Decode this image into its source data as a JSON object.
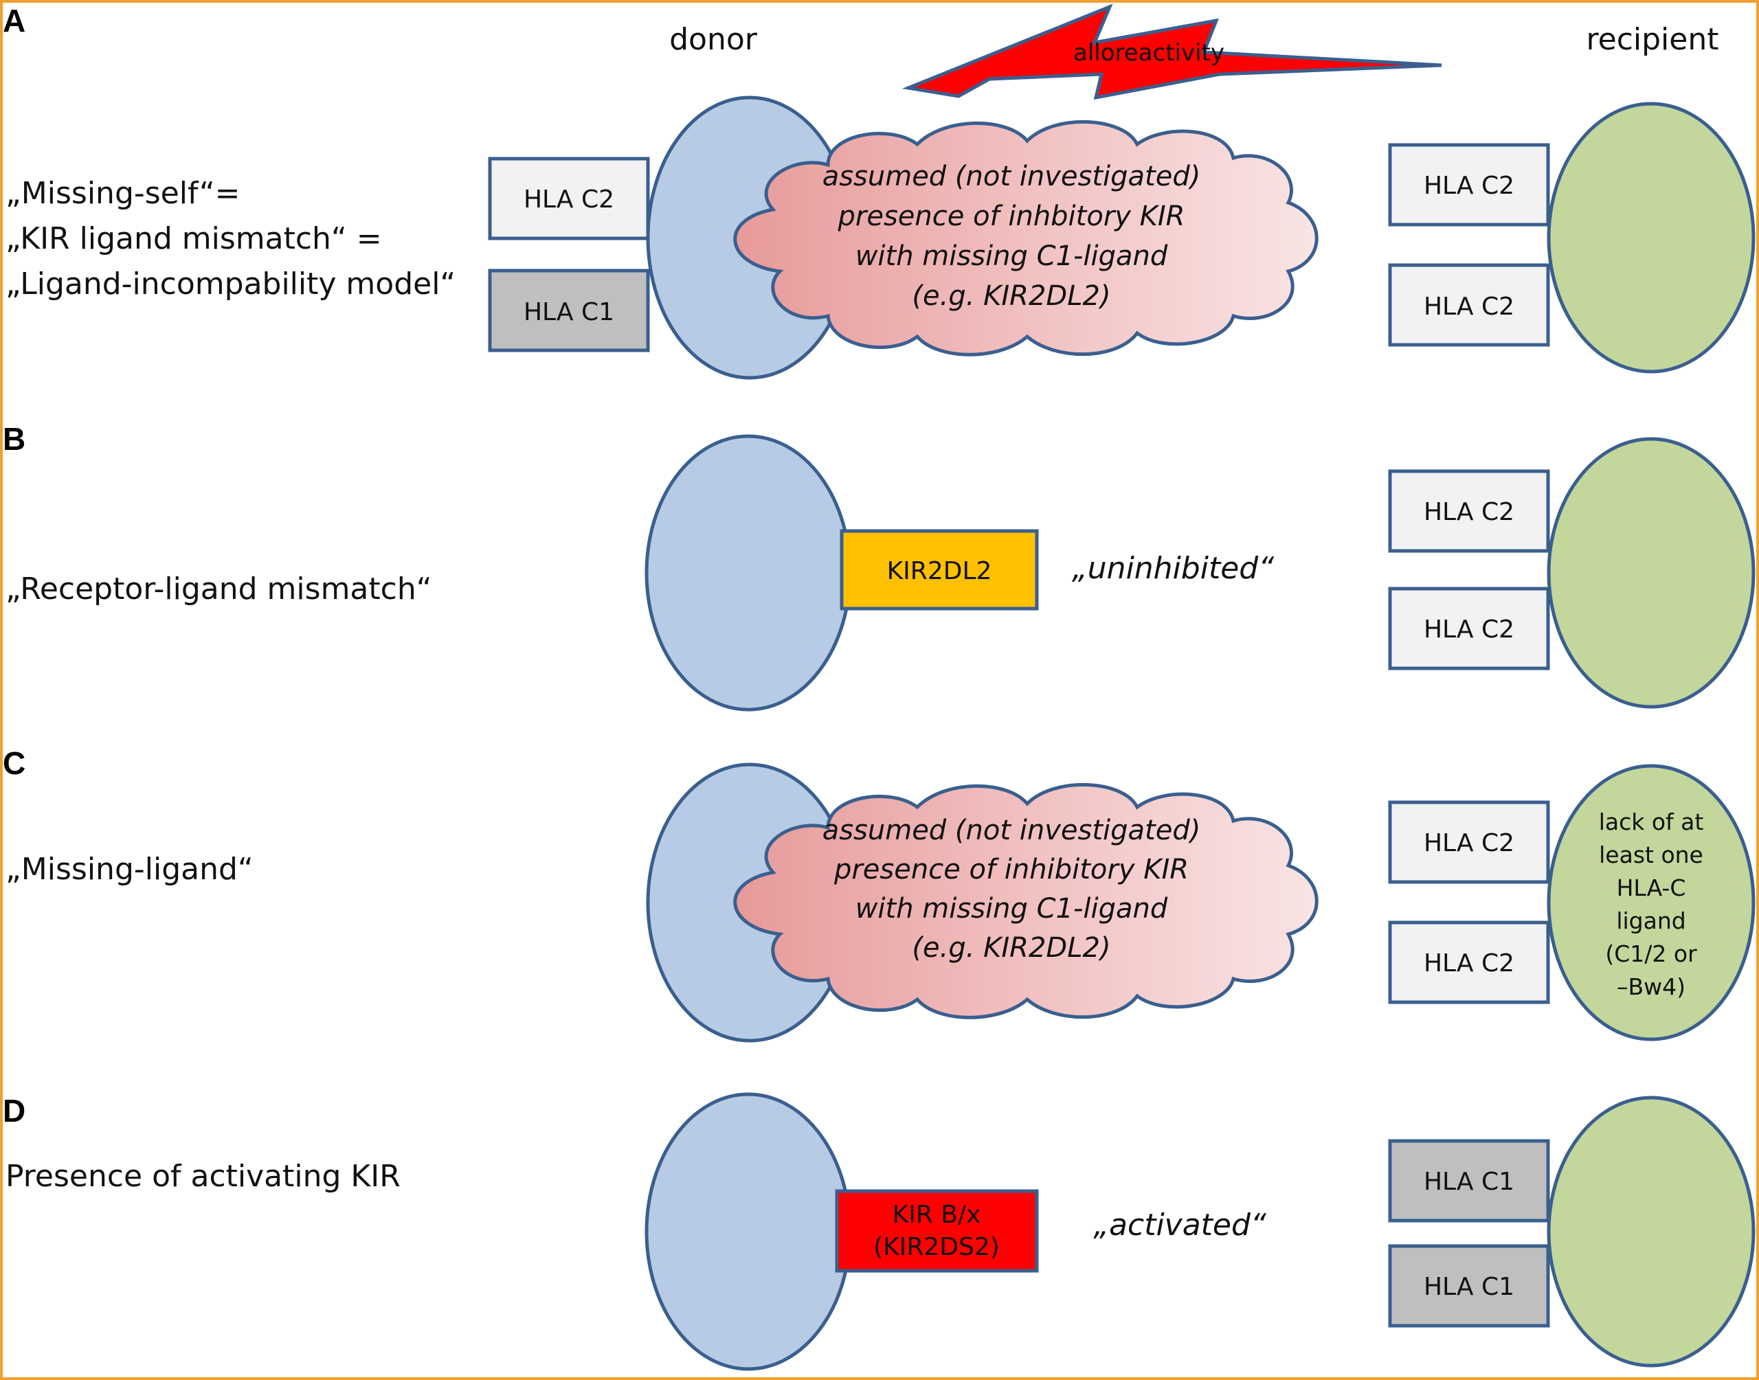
{
  "header": {
    "donor": "donor",
    "recipient": "recipient",
    "alloreactivity": "alloreactivity"
  },
  "panels": {
    "A": {
      "letter": "A",
      "label_lines": [
        "„Missing-self“=",
        "„KIR ligand mismatch“ =",
        "„Ligand-incompability model“"
      ],
      "donor_boxes": [
        "HLA C2",
        "HLA C1"
      ],
      "cloud_lines": [
        "assumed (not investigated)",
        "presence of inhbitory KIR",
        "with  missing C1-ligand",
        "(e.g. KIR2DL2)"
      ],
      "recipient_boxes": [
        "HLA C2",
        "HLA C2"
      ]
    },
    "B": {
      "letter": "B",
      "label": "„Receptor-ligand mismatch“",
      "receptor": "KIR2DL2",
      "status": "„uninhibited“",
      "recipient_boxes": [
        "HLA C2",
        "HLA C2"
      ]
    },
    "C": {
      "letter": "C",
      "label": "„Missing-ligand“",
      "cloud_lines": [
        "assumed (not investigated)",
        "presence of inhibitory KIR",
        "with  missing C1-ligand",
        "(e.g. KIR2DL2)"
      ],
      "recipient_boxes": [
        "HLA C2",
        "HLA C2"
      ],
      "recipient_cell_lines": [
        "lack of at",
        "least one",
        "HLA-C",
        "ligand",
        "(C1/2 or",
        "–Bw4)"
      ]
    },
    "D": {
      "letter": "D",
      "label": "Presence of activating KIR",
      "receptor_lines": [
        "KIR B/x",
        "(KIR2DS2)"
      ],
      "status": "„activated“",
      "recipient_boxes": [
        "HLA C1",
        "HLA C1"
      ]
    }
  },
  "colors": {
    "border": "#F0A030",
    "donor_cell": "#B7CCE4",
    "recipient_cell": "#C3D69B",
    "cell_stroke": "#3A5F8F",
    "box_light": "#F2F2F2",
    "box_gray": "#BFBFBF",
    "kir2dl2": "#FFC000",
    "kir_activating": "#FF0000",
    "lightning": "#FF0000"
  }
}
